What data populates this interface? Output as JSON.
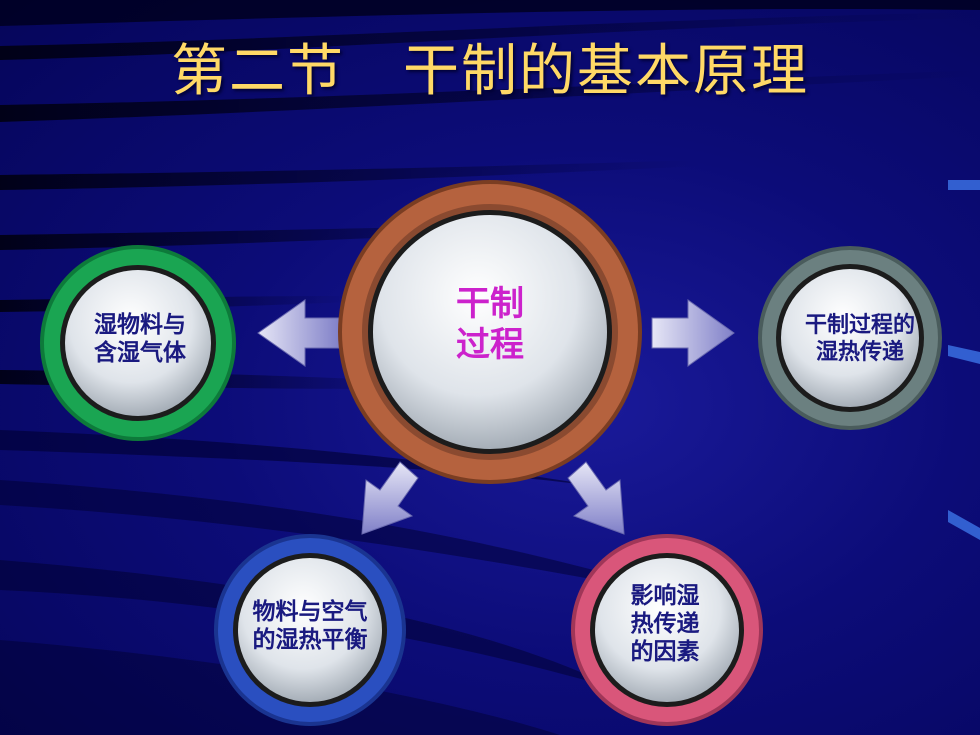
{
  "slide": {
    "title": "第二节　干制的基本原理"
  },
  "diagram": {
    "center": {
      "label": "干制\n过程",
      "ring_color": "#b5623e",
      "text_color": "#cc22cc"
    },
    "nodes": [
      {
        "id": "left",
        "label": "湿物料与\n含湿气体",
        "ring_color": "#1aa552"
      },
      {
        "id": "right",
        "label": "干制过程的\n湿热传递",
        "ring_color": "#6b8080"
      },
      {
        "id": "bottom-left",
        "label": "物料与空气\n的湿热平衡",
        "ring_color": "#2a4fc0"
      },
      {
        "id": "bottom-right",
        "label": "影响湿\n热传递\n的因素",
        "ring_color": "#d9567a"
      }
    ],
    "arrow_color": "#9a9ad6"
  },
  "colors": {
    "background": "#0c0c78",
    "title": "#ffd966",
    "node_text": "#1a1a80"
  }
}
